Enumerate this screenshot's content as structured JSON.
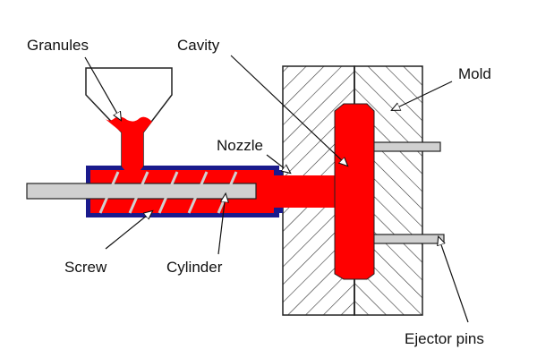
{
  "labels": {
    "granules": "Granules",
    "cavity": "Cavity",
    "mold": "Mold",
    "nozzle": "Nozzle",
    "screw": "Screw",
    "cylinder": "Cylinder",
    "ejector_pins": "Ejector pins"
  },
  "colors": {
    "melt": "#ff0000",
    "cylinder_wall": "#1a1a8c",
    "rod": "#d0d0d0",
    "outline": "#222222",
    "hatch": "#333333",
    "mold_fill": "#ffffff"
  }
}
